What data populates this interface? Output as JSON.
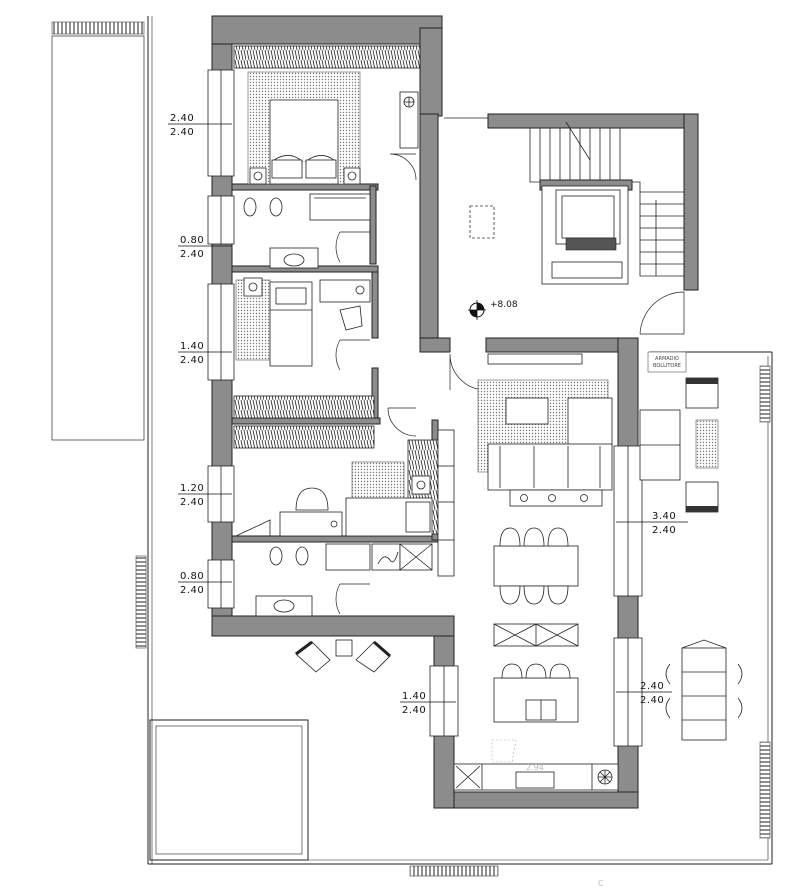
{
  "window_labels": [
    {
      "id": "master-bedroom-window",
      "line1": "2.40",
      "line2": "2.40"
    },
    {
      "id": "bath-1-window",
      "line1": "0.80",
      "line2": "2.40"
    },
    {
      "id": "bedroom-2-window",
      "line1": "1.40",
      "line2": "2.40"
    },
    {
      "id": "bedroom-3-window",
      "line1": "1.20",
      "line2": "2.40"
    },
    {
      "id": "bath-2-window",
      "line1": "0.80",
      "line2": "2.40"
    },
    {
      "id": "kitchen-window",
      "line1": "1.40",
      "line2": "2.40"
    },
    {
      "id": "living-window",
      "line1": "3.40",
      "line2": "2.40"
    },
    {
      "id": "dining-window",
      "line1": "2.40",
      "line2": "2.40"
    }
  ],
  "elevation_mark": "+8.08",
  "closet_label": {
    "line1": "ARMADIO",
    "line2": "BOLLITORE"
  },
  "kitchen_faint_mark": "2.94",
  "corner_note": "C"
}
